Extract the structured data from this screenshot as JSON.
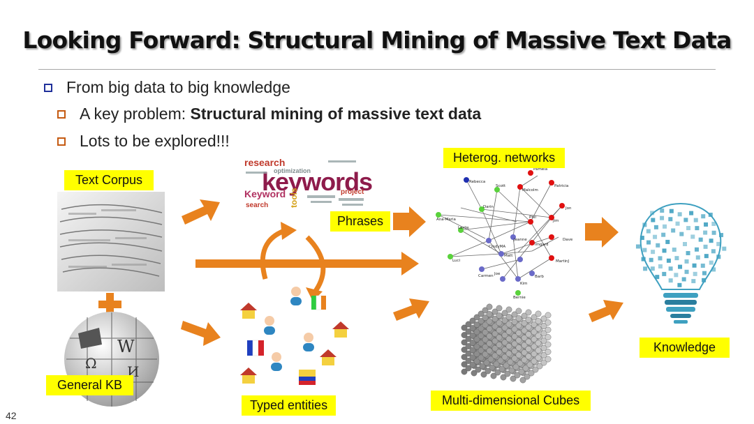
{
  "slide": {
    "title": "Looking Forward: Structural Mining of Massive Text Data",
    "page_number": "42"
  },
  "bullets": {
    "level1": "From big data to big knowledge",
    "level2_a_prefix": "A key problem: ",
    "level2_a_bold": "Structural mining of massive text data",
    "level2_b": "Lots to be explored!!!"
  },
  "labels": {
    "text_corpus": "Text Corpus",
    "general_kb": "General KB",
    "phrases": "Phrases",
    "typed_entities": "Typed entities",
    "heterog_networks": "Heterog. networks",
    "cubes": "Multi-dimensional Cubes",
    "knowledge": "Knowledge"
  },
  "wordcloud": {
    "main_word": "keywords",
    "word_research": "research",
    "word_keyword": "Keyword",
    "word_tools": "tools",
    "word_project": "project",
    "word_optimization": "optimization",
    "word_search": "search"
  },
  "wikipedia_glyphs": [
    "W",
    "Ω",
    "И"
  ],
  "network_nodes": [
    "Pamela",
    "Rebecca",
    "Scott",
    "Malcolm",
    "Patricia",
    "Jon",
    "Ana-Maria",
    "Darin",
    "Phil",
    "Jim",
    "Leslie",
    "Dave",
    "Jeanne",
    "CindyMA",
    "Imgard",
    "Luci",
    "Matt",
    "MartinJ",
    "Carmen",
    "Joe",
    "Barb",
    "Kim",
    "Bernie"
  ],
  "colors": {
    "highlight": "#ffff00",
    "arrow_orange": "#e8821e",
    "bullet_blue": "#1f2f9a",
    "bullet_orange": "#c55a11",
    "node_red": "#e01010",
    "node_green": "#5ad23c",
    "node_blue": "#6a6ac8"
  },
  "icons": [
    "plus-icon",
    "flag-france-icon",
    "flag-italy-icon",
    "flag-colombia-icon",
    "house-icon",
    "person-icon",
    "lightbulb-icon",
    "cube-icon"
  ]
}
